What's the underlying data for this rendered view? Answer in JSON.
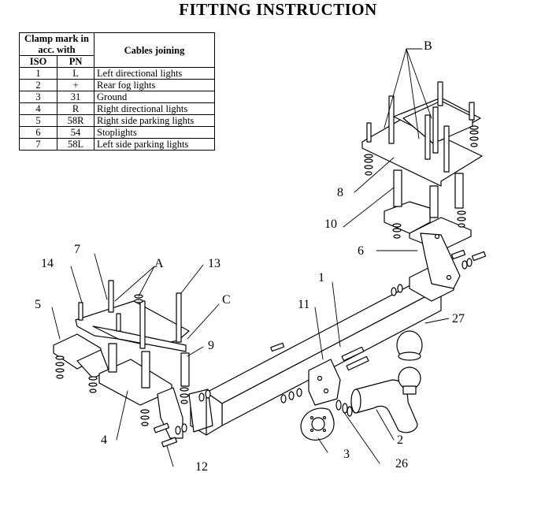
{
  "title": "FITTING INSTRUCTION",
  "table": {
    "head_clamp": "Clamp mark in acc. with",
    "head_iso": "ISO",
    "head_pn": "PN",
    "head_cables": "Cables joining",
    "rows": [
      {
        "iso": "1",
        "pn": "L",
        "cable": "Left directional lights"
      },
      {
        "iso": "2",
        "pn": "+",
        "cable": "Rear fog lights"
      },
      {
        "iso": "3",
        "pn": "31",
        "cable": "Ground"
      },
      {
        "iso": "4",
        "pn": "R",
        "cable": "Right directional lights"
      },
      {
        "iso": "5",
        "pn": "58R",
        "cable": "Right side parking lights"
      },
      {
        "iso": "6",
        "pn": "54",
        "cable": "Stoplights"
      },
      {
        "iso": "7",
        "pn": "58L",
        "cable": "Left side parking lights"
      }
    ]
  },
  "labels": {
    "B": "B",
    "A": "A",
    "C": "C",
    "n1": "1",
    "n2": "2",
    "n3": "3",
    "n4": "4",
    "n5": "5",
    "n6": "6",
    "n7": "7",
    "n8": "8",
    "n9": "9",
    "n10": "10",
    "n11": "11",
    "n12": "12",
    "n13": "13",
    "n14": "14",
    "n26": "26",
    "n27": "27"
  }
}
